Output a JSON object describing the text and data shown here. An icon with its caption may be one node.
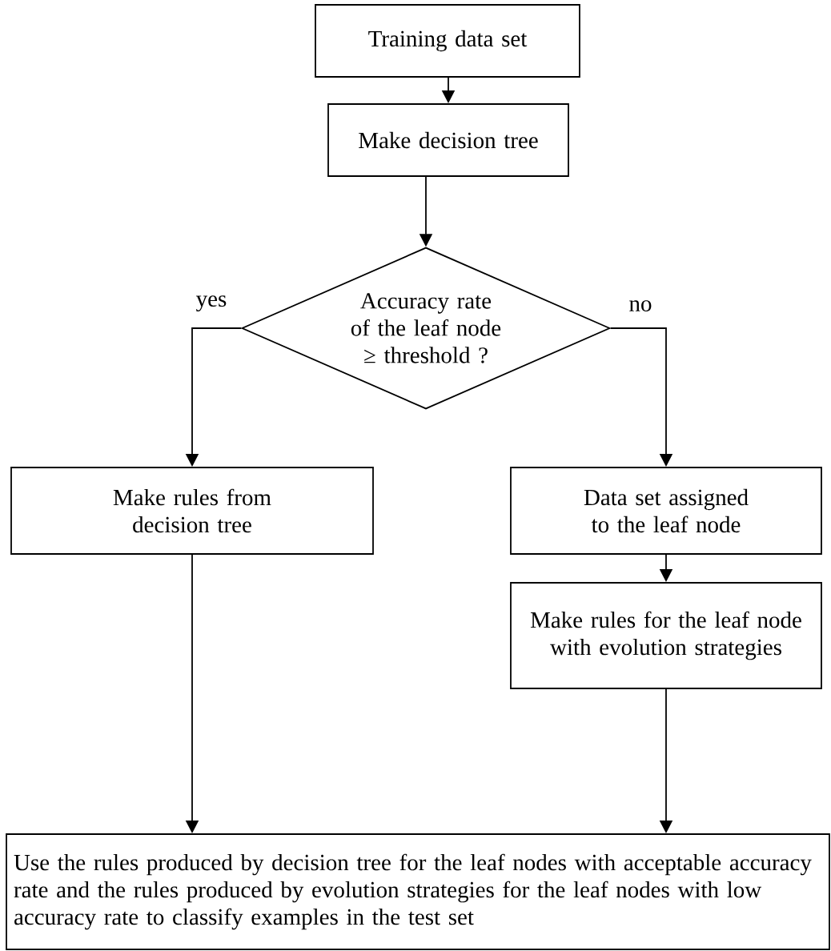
{
  "diagram": {
    "nodes": [
      {
        "text": [
          "Training data set"
        ]
      },
      {
        "text": [
          "Make decision tree"
        ]
      },
      {
        "text": [
          "Accuracy rate of the leaf node ≥  threshold ?"
        ]
      },
      {
        "text": [
          "Make rules from decision tree"
        ]
      },
      {
        "text": [
          "Data set assigned to the leaf node"
        ]
      },
      {
        "text": [
          "Make rules for the leaf node with evolution strategies"
        ]
      },
      {
        "text": [
          "Use the rules produced by decision tree for the leaf nodes with acceptable accuracy rate and the rules produced by evolution strategies for the leaf nodes with low accuracy rate to classify examples in the test set"
        ]
      }
    ],
    "edges": [
      {
        "from": 0,
        "to": 1,
        "arrow": "to"
      },
      {
        "from": 1,
        "to": 2,
        "arrow": "to"
      },
      {
        "from": 2,
        "to": 3,
        "arrow": "to",
        "label": "yes"
      },
      {
        "from": 2,
        "to": 4,
        "arrow": "to",
        "label": "no"
      },
      {
        "from": 4,
        "to": 5,
        "arrow": "to"
      },
      {
        "from": 3,
        "to": 6,
        "arrow": "to"
      },
      {
        "from": 5,
        "to": 6,
        "arrow": "to"
      }
    ]
  }
}
